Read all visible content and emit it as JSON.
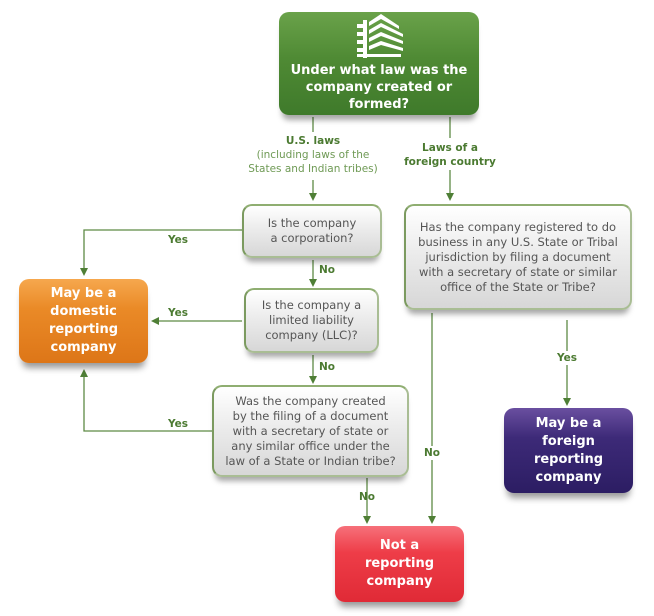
{
  "colors": {
    "start": "#4f8a34",
    "domestic": "#e07a1c",
    "foreign": "#2e1f66",
    "not_reporting": "#e8343f",
    "connector": "#5e8a45",
    "question_border": "#a9bd94"
  },
  "start": {
    "icon": "building-icon",
    "text_line1": "Under what law was the",
    "text_line2": "company created or formed?"
  },
  "branches": {
    "us": {
      "title": "U.S. laws",
      "subtitle_line1": "(including laws of the",
      "subtitle_line2": "States and Indian tribes)"
    },
    "foreign": {
      "line1": "Laws of a",
      "line2": "foreign country"
    }
  },
  "questions": {
    "corporation": [
      "Is  the company",
      "a corporation?"
    ],
    "llc": [
      "Is the company a",
      "limited liability",
      "company (LLC)?"
    ],
    "filing": [
      "Was the company created",
      "by the filing of a document",
      "with a secretary of state or",
      "any similar office under the",
      "law of a State or Indian tribe?"
    ],
    "registered": [
      "Has the company registered to do",
      "business in any U.S. State or Tribal",
      "jurisdiction by filing a document",
      "with a secretary of state or similar",
      "office of the State or Tribe?"
    ]
  },
  "results": {
    "domestic": [
      "May be a",
      "domestic",
      "reporting",
      "company"
    ],
    "foreign": [
      "May be a",
      "foreign",
      "reporting",
      "company"
    ],
    "not_reporting": [
      "Not a",
      "reporting",
      "company"
    ]
  },
  "edge_labels": {
    "yes": "Yes",
    "no": "No"
  }
}
